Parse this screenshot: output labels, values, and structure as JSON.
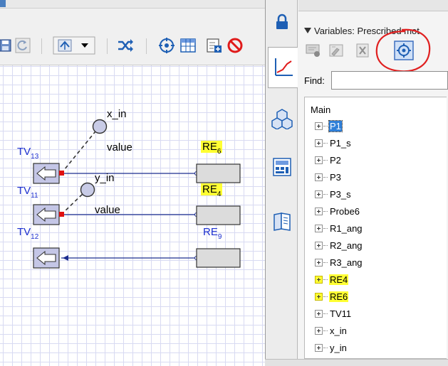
{
  "toolbar": {
    "buttons": [
      {
        "name": "save-icon",
        "color": "#1e5fb4"
      },
      {
        "name": "refresh-icon",
        "color": "#1e5fb4"
      },
      {
        "name": "flip-icon",
        "color": "#1e5fb4"
      },
      {
        "name": "chevron-down-icon",
        "color": "#000000"
      },
      {
        "name": "shuffle-icon",
        "color": "#1e5fb4"
      },
      {
        "name": "crosshair-icon",
        "color": "#1e5fb4"
      },
      {
        "name": "table-icon",
        "color": "#1e5fb4"
      },
      {
        "name": "add-variable-icon",
        "color": "#1e5fb4"
      },
      {
        "name": "no-entry-icon",
        "color": "#e01b1b"
      }
    ]
  },
  "diagram": {
    "wire_color": "#1c2d8f",
    "dash_color": "#333333",
    "node_color": "#c8cbe6",
    "block_color": "#dcdcdc",
    "highlight_color": "#ffff33",
    "labels": {
      "x_in": "x_in",
      "y_in": "y_in",
      "value_1": "value",
      "value_2": "value"
    },
    "tv_blocks": [
      {
        "base": "TV",
        "sub": "13"
      },
      {
        "base": "TV",
        "sub": "11"
      },
      {
        "base": "TV",
        "sub": "12"
      }
    ],
    "re_blocks": [
      {
        "base": "RE",
        "sub": "6",
        "highlight": true
      },
      {
        "base": "RE",
        "sub": "4",
        "highlight": true
      },
      {
        "base": "RE",
        "sub": "9",
        "highlight": false
      }
    ]
  },
  "side_tabs": [
    {
      "icon": "lock-icon",
      "active": false
    },
    {
      "icon": "line-chart-icon",
      "active": true
    },
    {
      "icon": "cubes-icon",
      "active": false
    },
    {
      "icon": "grid-panel-icon",
      "active": false
    },
    {
      "icon": "book-icon",
      "active": false
    }
  ],
  "variables_panel": {
    "title": "Variables: Prescribed mot",
    "buttons": [
      {
        "icon": "new-variable-icon",
        "enabled": false
      },
      {
        "icon": "edit-variable-icon",
        "enabled": false
      },
      {
        "icon": "delete-variable-icon",
        "enabled": false
      },
      {
        "icon": "locate-icon",
        "enabled": true,
        "circled": true
      }
    ],
    "circle_color": "#e02020",
    "find_label": "Find:",
    "find_value": "",
    "tree": {
      "root": "Main",
      "items": [
        {
          "label": "P1",
          "selected": true,
          "highlight": false
        },
        {
          "label": "P1_s",
          "selected": false,
          "highlight": false
        },
        {
          "label": "P2",
          "selected": false,
          "highlight": false
        },
        {
          "label": "P3",
          "selected": false,
          "highlight": false
        },
        {
          "label": "P3_s",
          "selected": false,
          "highlight": false
        },
        {
          "label": "Probe6",
          "selected": false,
          "highlight": false
        },
        {
          "label": "R1_ang",
          "selected": false,
          "highlight": false
        },
        {
          "label": "R2_ang",
          "selected": false,
          "highlight": false
        },
        {
          "label": "R3_ang",
          "selected": false,
          "highlight": false
        },
        {
          "label": "RE4",
          "selected": false,
          "highlight": true
        },
        {
          "label": "RE6",
          "selected": false,
          "highlight": true
        },
        {
          "label": "TV11",
          "selected": false,
          "highlight": false
        },
        {
          "label": "x_in",
          "selected": false,
          "highlight": false
        },
        {
          "label": "y_in",
          "selected": false,
          "highlight": false
        }
      ]
    }
  }
}
